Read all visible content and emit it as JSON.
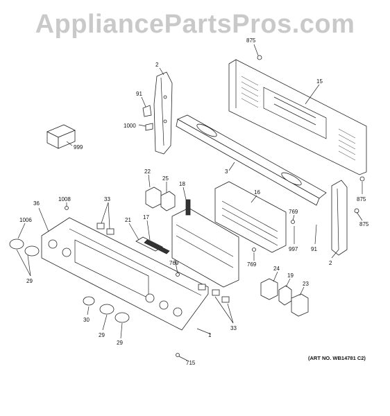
{
  "watermark": "AppliancePartsPros.com",
  "art_number": "(ART NO. WB14781 C2)",
  "callouts": [
    "875",
    "15",
    "2",
    "91",
    "1000",
    "999",
    "3",
    "875",
    "22",
    "25",
    "18",
    "16",
    "1008",
    "33",
    "36",
    "1006",
    "21",
    "17",
    "769",
    "875",
    "997",
    "91",
    "2",
    "769",
    "769",
    "24",
    "19",
    "23",
    "29",
    "30",
    "29",
    "29",
    "33",
    "1",
    "715"
  ]
}
